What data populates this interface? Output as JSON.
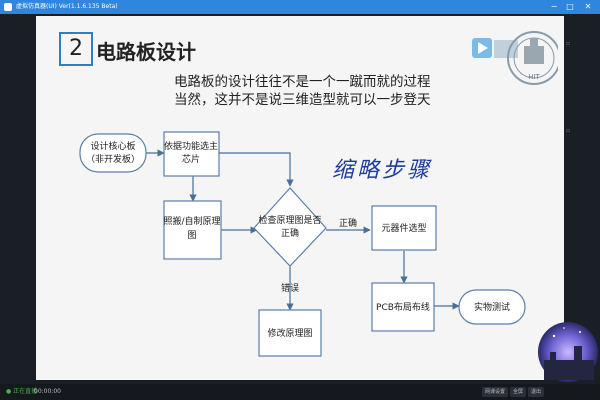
{
  "window": {
    "title": "虚拟仿真器(UI) Ver(1.1.6.135 Beta)"
  },
  "slide": {
    "number": "2",
    "title": "电路板设计",
    "lines": [
      "电路板的设计往往不是一个一蹴而就的过程",
      "当然，这并不是说三维造型就可以一步登天"
    ],
    "handwriting": "缩略步骤",
    "logo_text": "HIT"
  },
  "flowchart": {
    "start": [
      "设计核心板",
      "（非开发板）"
    ],
    "choose_chip": [
      "依据功能选主",
      "芯片"
    ],
    "draw_schematic": [
      "照搬/自制原理",
      "图"
    ],
    "check": [
      "检查原理图是否",
      "正确"
    ],
    "correct_label": "正确",
    "error_label": "错误",
    "modify": "修改原理图",
    "components": "元器件选型",
    "pcb": "PCB布局布线",
    "test": "实物测试"
  },
  "bottom": {
    "live_label": "● 正在直播",
    "time": "00:00:00",
    "buttons": [
      "网课设置",
      "全屏",
      "退出"
    ]
  },
  "colors": {
    "accent": "#2e86de",
    "box_stroke": "#5b7fa6",
    "arrow": "#4a6f96"
  }
}
